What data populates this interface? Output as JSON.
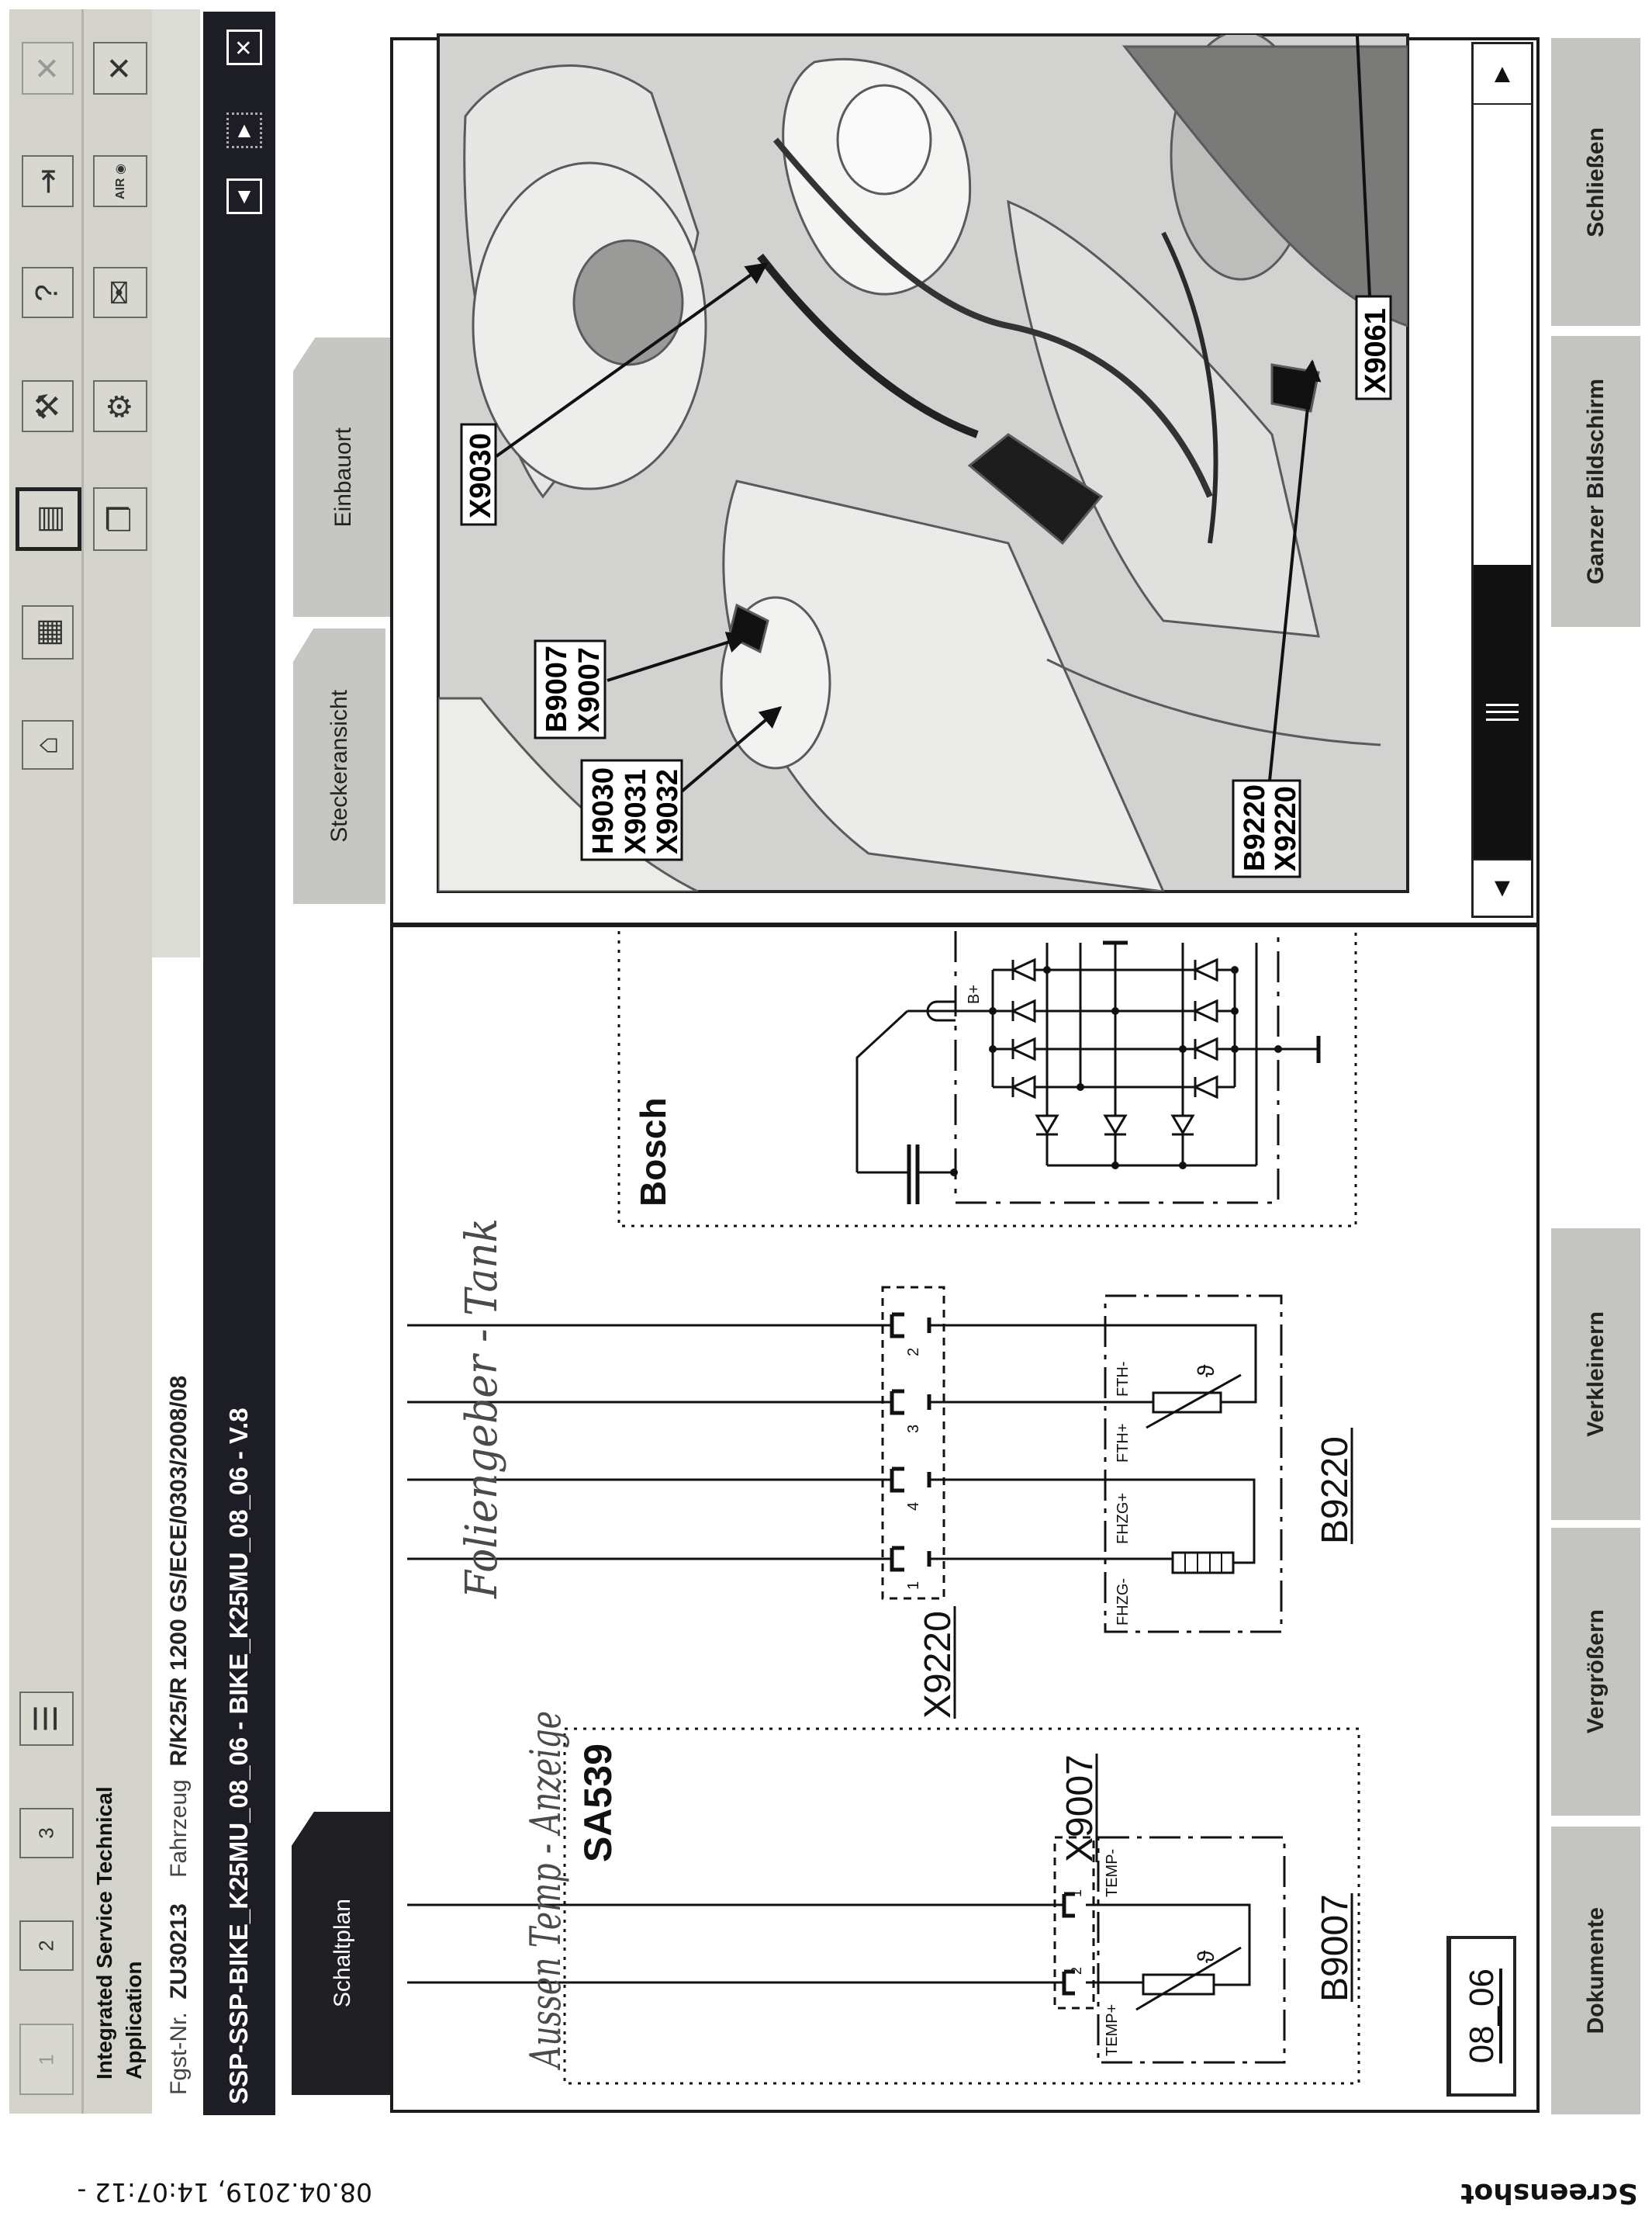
{
  "print_header": {
    "title": "Screenshot",
    "timestamp": "08.04.2019, 14:07:12 -"
  },
  "app": {
    "title_line1": "Integrated Service Technical",
    "title_line2": "Application",
    "window_buttons": [
      "1",
      "2",
      "3"
    ]
  },
  "toolbar": {
    "icons_row1": [
      "list-icon",
      "home-icon",
      "document-icon",
      "document-view-icon",
      "wrench-icon",
      "help-icon",
      "step-icon",
      "close-disabled-icon"
    ],
    "icons_row2": [
      "copy-icon",
      "gear-icon",
      "mail-icon",
      "air-gauge-icon",
      "close-icon"
    ],
    "air_label": "AIR"
  },
  "vehicle": {
    "fgst_label": "Fgst-Nr.",
    "fgst_value": "ZU30213",
    "fahrzeug_label": "Fahrzeug",
    "fahrzeug_value": "R/K25/R 1200 GS/ECE/0303/2008/08"
  },
  "document": {
    "title": "SSP-SSP-BIKE_K25MU_08_06 - BIKE_K25MU_08_06 - V.8"
  },
  "tabs_left": [
    {
      "label": "Schaltplan",
      "active": true
    }
  ],
  "tabs_right": [
    {
      "label": "Steckeransicht",
      "active": false
    },
    {
      "label": "Einbauort",
      "active": true
    }
  ],
  "schematic": {
    "page": "08_06",
    "bosch_label": "Bosch",
    "bplus_label": "B+",
    "x9220_label": "X9220",
    "x9220_pins": [
      "2",
      "3",
      "4",
      "1"
    ],
    "b9220_label": "B9220",
    "b9220_pins": [
      "FTH-",
      "FTH+",
      "FHZG+",
      "FHZG-"
    ],
    "sa539_label": "SA539",
    "x9007_label": "X9007",
    "x9007_pins": [
      "1",
      "2"
    ],
    "b9007_label": "B9007",
    "b9007_pins": [
      "TEMP-",
      "TEMP+"
    ],
    "ntc_symbol": "ϑ",
    "annotations": [
      "Foliengeber - Tank",
      "Aussen Temp - Anzeige"
    ]
  },
  "photo": {
    "callouts": [
      {
        "lines": [
          "X9030"
        ]
      },
      {
        "lines": [
          "B9007",
          "X9007"
        ]
      },
      {
        "lines": [
          "H9030",
          "X9031",
          "X9032"
        ]
      },
      {
        "lines": [
          "B9220",
          "X9220"
        ]
      },
      {
        "lines": [
          "X9061"
        ]
      }
    ],
    "scroll_position": 0.6
  },
  "buttons": {
    "dokumente": "Dokumente",
    "vergroessern": "Vergrößern",
    "verkleinern": "Verkleinern",
    "ganzer_bildschirm": "Ganzer Bildschirm",
    "schliessen": "Schließen"
  }
}
